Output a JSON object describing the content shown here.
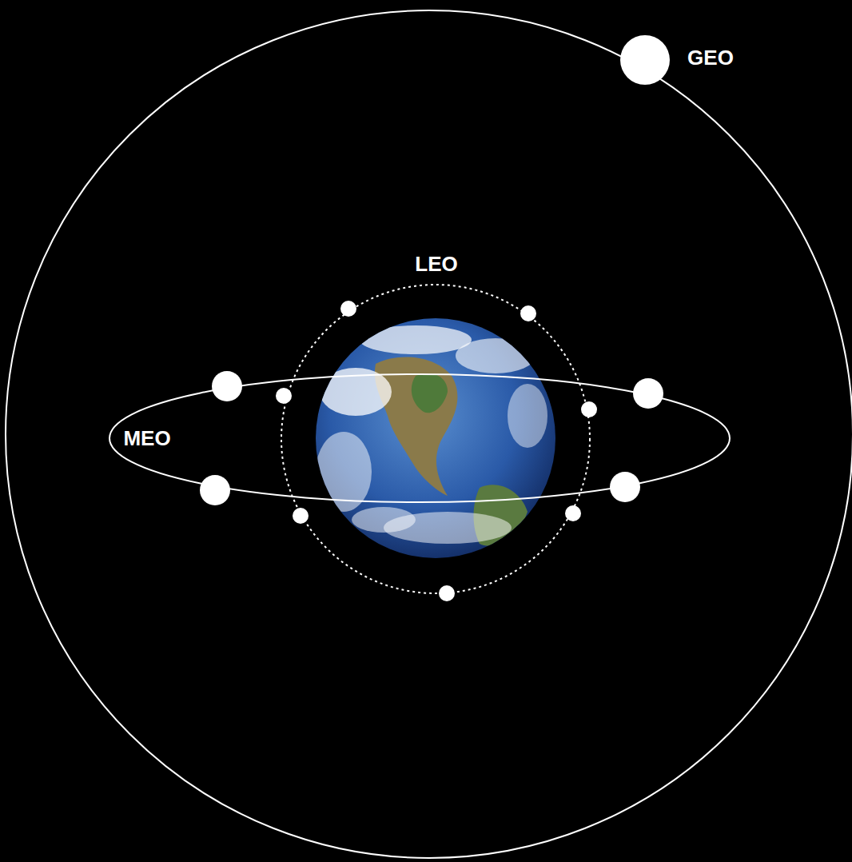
{
  "diagram": {
    "labels": [
      "GEO",
      "LEO",
      "MEO"
    ]
  }
}
